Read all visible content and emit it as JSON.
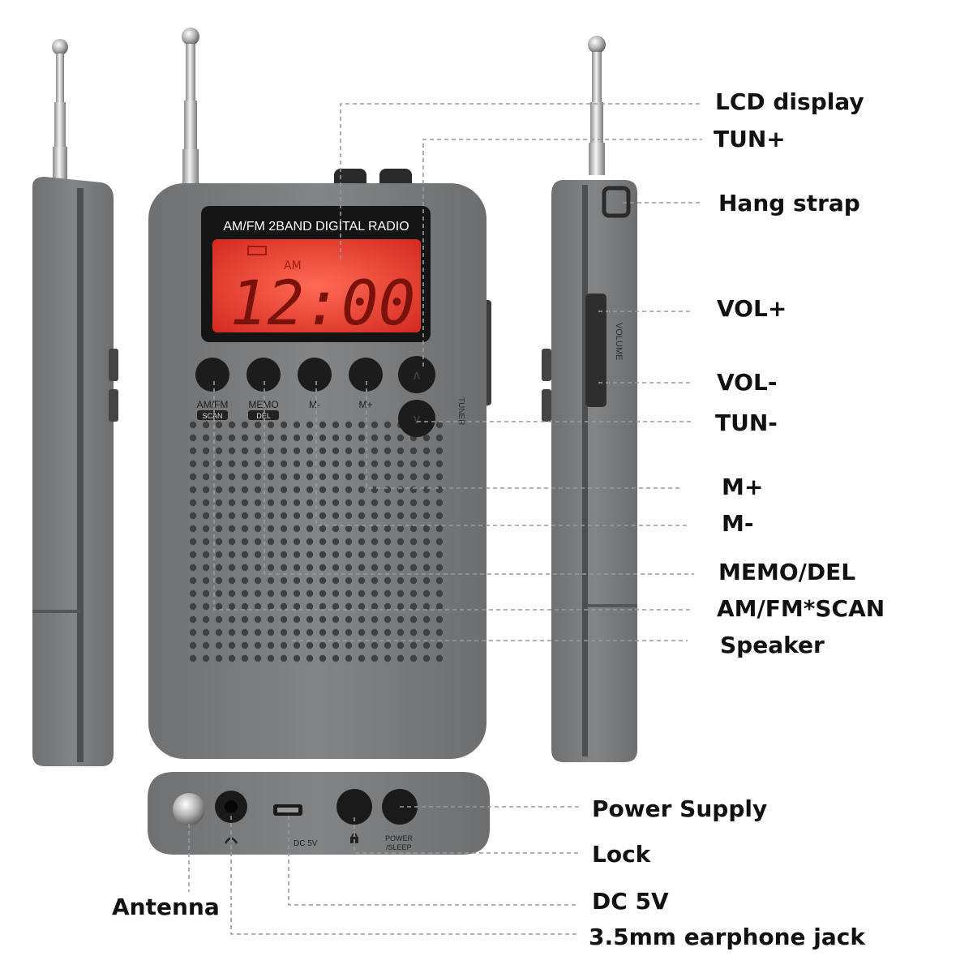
{
  "device": {
    "lcd_title": "AM/FM 2BAND DIGITAL RADIO",
    "lcd_band": "AM",
    "lcd_time": "12:00",
    "front_buttons": [
      {
        "top": "AM/FM",
        "bottom": "SCAN"
      },
      {
        "top": "MEMO",
        "bottom": "DEL"
      },
      {
        "top": "M-",
        "bottom": ""
      },
      {
        "top": "M+",
        "bottom": ""
      }
    ],
    "tuner_label": "TUNER",
    "volume_label": "VOLUME",
    "bottom_port_labels": {
      "dc": "DC 5V",
      "power_line1": "POWER",
      "power_line2": "/SLEEP"
    }
  },
  "callouts": {
    "lcd_display": "LCD display",
    "tun_plus": "TUN+",
    "hang_strap": "Hang strap",
    "vol_plus": "VOL+",
    "vol_minus": "VOL-",
    "tun_minus": "TUN-",
    "m_plus": "M+",
    "m_minus": "M-",
    "memo_del": "MEMO/DEL",
    "am_fm_scan": "AM/FM*SCAN",
    "speaker": "Speaker",
    "power_supply": "Power Supply",
    "lock": "Lock",
    "dc_5v": "DC 5V",
    "earphone_jack": "3.5mm earphone jack",
    "antenna": "Antenna"
  },
  "colors": {
    "body_gray": "#7a7c7e",
    "body_dark": "#5e6062",
    "lcd_red": "#e0382c",
    "button_black": "#1c1c1c",
    "leader_line": "#9a9a9a"
  }
}
